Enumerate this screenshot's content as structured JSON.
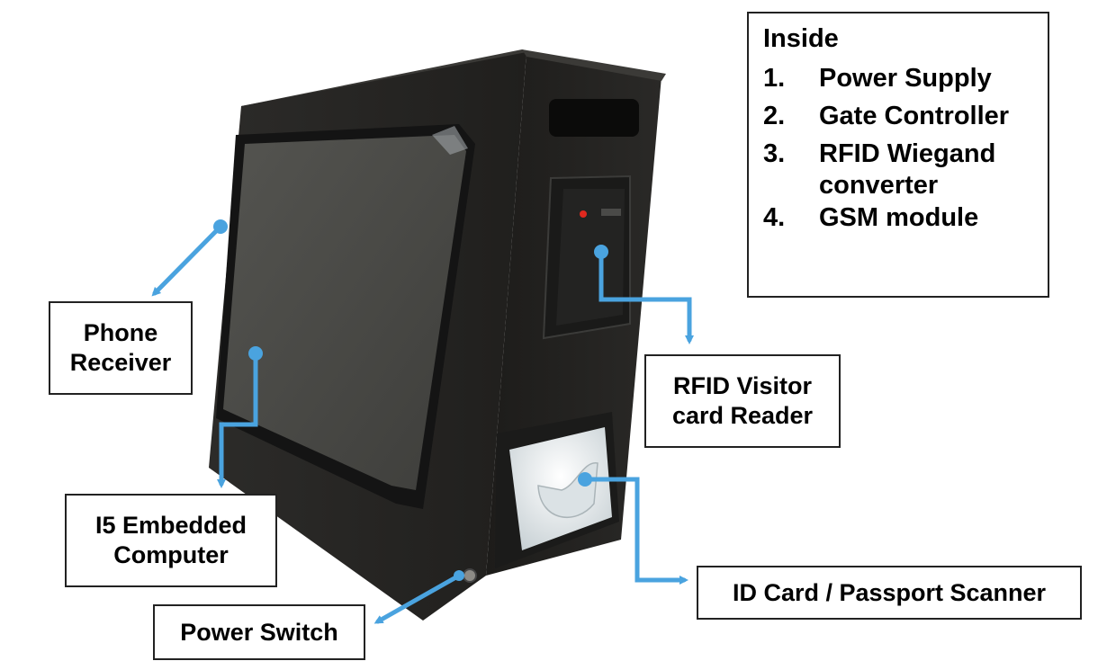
{
  "inside_list": {
    "title": "Inside",
    "items": [
      {
        "num": "1.",
        "lines": [
          "Power Supply"
        ]
      },
      {
        "num": "2.",
        "lines": [
          "Gate Controller"
        ]
      },
      {
        "num": "3.",
        "lines": [
          "RFID Wiegand",
          "converter"
        ]
      },
      {
        "num": "4.",
        "lines": [
          "GSM module"
        ]
      }
    ]
  },
  "labels": {
    "phone_receiver": [
      "Phone",
      "Receiver"
    ],
    "embedded_computer": [
      "I5 Embedded",
      "Computer"
    ],
    "power_switch": [
      "Power Switch"
    ],
    "rfid_reader": [
      "RFID Visitor",
      "card Reader"
    ],
    "id_scanner": [
      "ID Card / Passport Scanner"
    ]
  },
  "colors": {
    "pointer": "#4aa3df",
    "kiosk_body": "#2b2a27",
    "screen": "#4a4a47",
    "scanner_glow": "#e9eef0"
  }
}
